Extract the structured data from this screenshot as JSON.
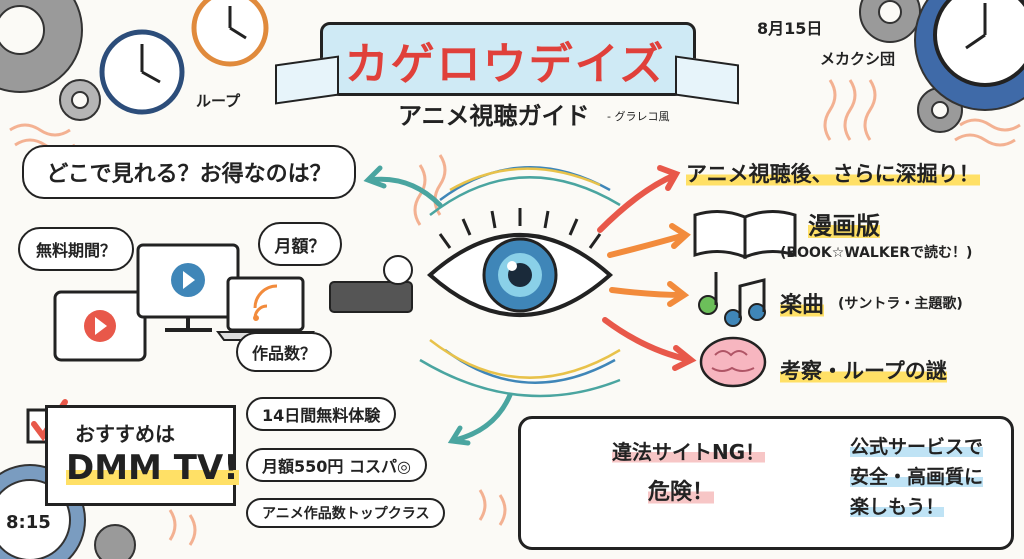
{
  "banner": {
    "title": "カゲロウデイズ",
    "subtitle": "アニメ視聴ガイド",
    "subtitle_note": "- グラレコ風"
  },
  "corner_notes": {
    "date": "8月15日",
    "group": "メカクシ団",
    "loop": "ループ",
    "time": "8:15"
  },
  "where_to_watch": {
    "question": "どこで見れる？お得なのは？",
    "free_trial_q": "無料期間？",
    "monthly_q": "月額？",
    "titles_q": "作品数？"
  },
  "recommendation": {
    "line1": "おすすめは",
    "line2": "DMM TV!",
    "points": [
      "14日間無料体験",
      "月額550円 コスパ◎",
      "アニメ作品数トップクラス"
    ]
  },
  "after_watching": {
    "heading": "アニメ視聴後、さらに深掘り！",
    "manga": "漫画版",
    "manga_note": "(BOOK☆WALKERで読む！)",
    "music": "楽曲",
    "music_note": "(サントラ・主題歌)",
    "theory": "考察・ループの謎"
  },
  "warning": {
    "illegal_line1": "違法サイトNG！",
    "illegal_line2": "危険！",
    "official_line1": "公式サービスで",
    "official_line2": "安全・高画質に",
    "official_line3": "楽しもう！"
  },
  "colors": {
    "title_red": "#e0403a",
    "banner_blue": "#cfeaf5",
    "highlight_yellow": "#ffe066",
    "arrow_orange": "#f28b3c",
    "arrow_red": "#e8584a",
    "arrow_teal": "#4aa5a0",
    "eye_iris": "#3f86b8"
  }
}
